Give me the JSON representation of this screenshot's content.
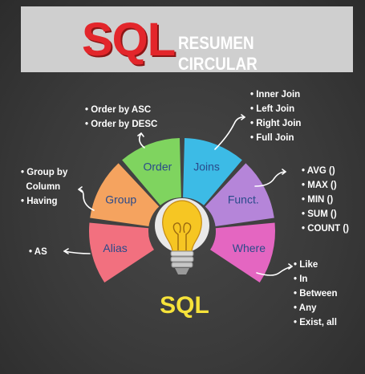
{
  "banner": {
    "logo": "SQL",
    "title": "RESUMEN CIRCULAR"
  },
  "segments": [
    {
      "label": "Alias",
      "color": "#f2707f"
    },
    {
      "label": "Group",
      "color": "#f5a35f"
    },
    {
      "label": "Order",
      "color": "#7fd45f"
    },
    {
      "label": "Joins",
      "color": "#3cbbe6"
    },
    {
      "label": "Funct.",
      "color": "#b585d9"
    },
    {
      "label": "Where",
      "color": "#e466c1"
    }
  ],
  "center_label": "SQL",
  "notes": {
    "order": [
      "Order by ASC",
      "Order by DESC"
    ],
    "joins": [
      "Inner Join",
      "Left Join",
      "Right Join",
      "Full Join"
    ],
    "group": [
      "Group by",
      "Column",
      "Having"
    ],
    "funct": [
      "AVG ()",
      "MAX ()",
      "MIN ()",
      "SUM ()",
      "COUNT ()"
    ],
    "alias": [
      "AS"
    ],
    "where": [
      "Like",
      "In",
      "Between",
      "Any",
      "Exist, all"
    ]
  },
  "icons": [
    "lightbulb-icon",
    "arrow-icon"
  ],
  "colors": {
    "background": "#363636",
    "banner": "#cfcfcf",
    "logo": "#e3262b",
    "bulb": "#f6c623",
    "center_text": "#f6e23a"
  }
}
